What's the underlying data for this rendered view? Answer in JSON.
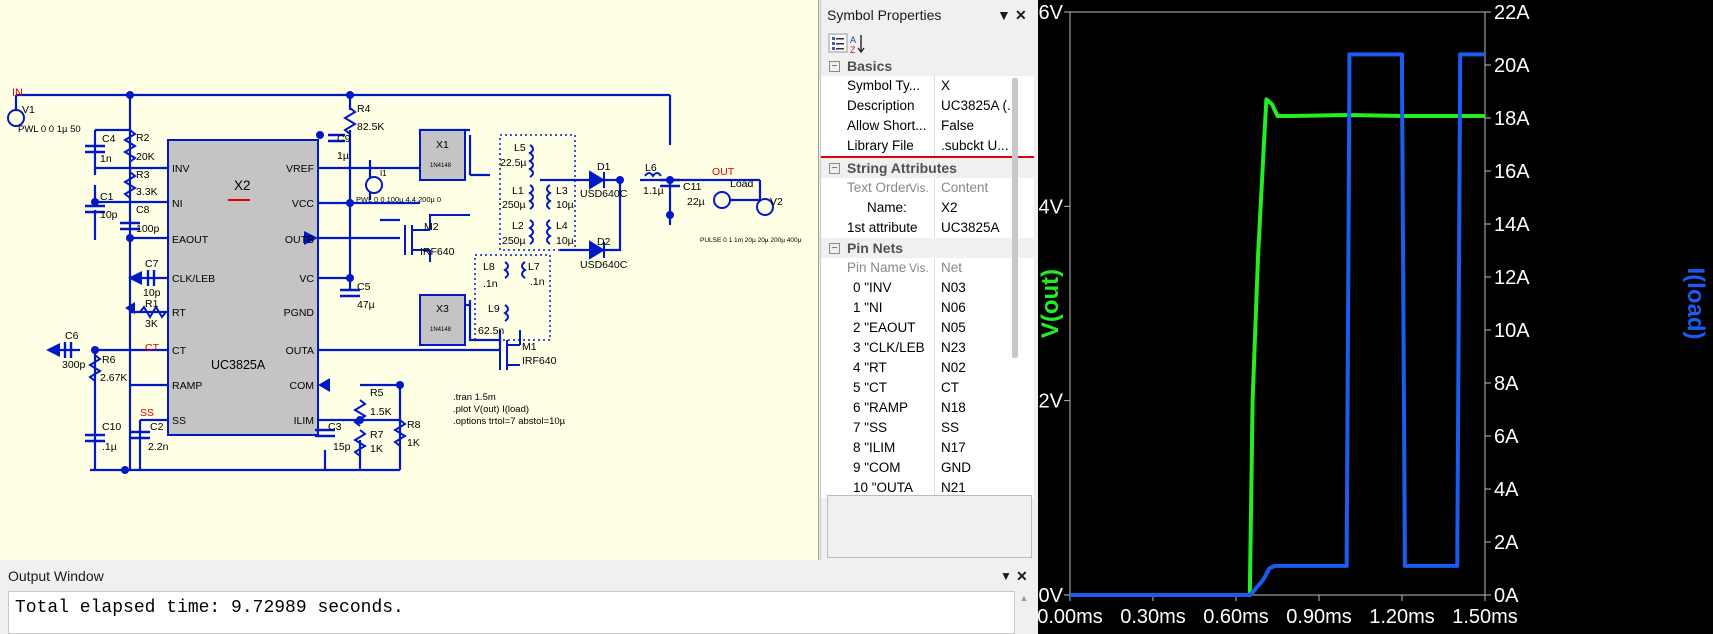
{
  "schematic": {
    "components": {
      "ic": "X2",
      "ic_part": "UC3825A",
      "ic_pins_left": [
        "INV",
        "NI",
        "EAOUT",
        "CLK/LEB",
        "RT",
        "CT",
        "RAMP",
        "SS"
      ],
      "ic_pins_right": [
        "VREF",
        "VCC",
        "OUTB",
        "VC",
        "PGND",
        "OUTA",
        "COM",
        "ILIM"
      ],
      "V1": "V1",
      "V1_val": "PWL 0 0 1µ 50",
      "I1": "I1",
      "I1_val": "PWL 0 0 100µ 4.4 200µ 0",
      "V2": "V2",
      "V2_val": "PULSE 0 1 1m 20µ 20µ 200µ 400µ",
      "C4": "C4",
      "C4_val": "1n",
      "R2": "R2",
      "R2_val": "20K",
      "R3": "R3",
      "R3_val": "3.3K",
      "C1": "C1",
      "C1_val": "10p",
      "C8": "C8",
      "C8_val": "100p",
      "R4": "R4",
      "R4_val": "82.5K",
      "C9": "C9",
      "C9_val": "1µ",
      "C5": "C5",
      "C5_val": "47µ",
      "C7": "C7",
      "C7_val": "10p",
      "R1": "R1",
      "R1_val": "3K",
      "C6": "C6",
      "C6_val": "300p",
      "R6": "R6",
      "R6_val": "2.67K",
      "C10": "C10",
      "C10_val": ".1µ",
      "C2": "C2",
      "C2_val": "2.2n",
      "C3": "C3",
      "C3_val": "15p",
      "R5": "R5",
      "R5_val": "1.5K",
      "R7": "R7",
      "R7_val": "1K",
      "R8": "R8",
      "R8_val": "1K",
      "X1": "X1",
      "X1_part": "1N4148",
      "X3": "X3",
      "X3_part": "1N4148",
      "M2": "M2",
      "M2_part": "IRF640",
      "M1": "M1",
      "M1_part": "IRF640",
      "L5": "L5",
      "L5_val": "22.5µ",
      "L1": "L1",
      "L1_val": "250µ",
      "L2": "L2",
      "L2_val": "250µ",
      "L3": "L3",
      "L3_val": "10µ",
      "L4": "L4",
      "L4_val": "10µ",
      "L8": "L8",
      "L8_val": ".1n",
      "L7": "L7",
      "L7_val": ".1n",
      "L9": "L9",
      "L9_val": "62.5n",
      "D1": "D1",
      "D1_part": "USD640C",
      "D2": "D2",
      "D2_part": "USD640C",
      "L6": "L6",
      "L6_val": "1.1µ",
      "C11": "C11",
      "C11_val": "22µ",
      "load": "Load"
    },
    "nets": {
      "IN": "IN",
      "OUT": "OUT",
      "CT": "CT",
      "SS": "SS"
    },
    "directives": [
      ".tran 1.5m",
      ".plot V(out) I(load)",
      ".options trtol=7 abstol=10µ"
    ]
  },
  "properties": {
    "title": "Symbol Properties",
    "sections": {
      "basics": {
        "label": "Basics",
        "rows": [
          {
            "k": "Symbol Ty...",
            "v": "X"
          },
          {
            "k": "Description",
            "v": "UC3825A (..."
          },
          {
            "k": "Allow Short...",
            "v": "False"
          },
          {
            "k": "Library File",
            "v": ".subckt U..."
          }
        ]
      },
      "string_attrs": {
        "label": "String Attributes",
        "header": {
          "k": "Text Order",
          "k2": "Vis.",
          "v": "Content"
        },
        "rows": [
          {
            "k": "Name:",
            "v": "X2"
          },
          {
            "k": "1st attribute",
            "v": "UC3825A"
          }
        ]
      },
      "pin_nets": {
        "label": "Pin Nets",
        "header": {
          "k": "Pin Name",
          "k2": "Vis.",
          "v": "Net"
        },
        "rows": [
          {
            "k": "0 \"INV",
            "v": "N03"
          },
          {
            "k": "1 \"NI",
            "v": "N06"
          },
          {
            "k": "2 \"EAOUT",
            "v": "N05"
          },
          {
            "k": "3 \"CLK/LEB",
            "v": "N23"
          },
          {
            "k": "4 \"RT",
            "v": "N02"
          },
          {
            "k": "5 \"CT",
            "v": "CT"
          },
          {
            "k": "6 \"RAMP",
            "v": "N18"
          },
          {
            "k": "7 \"SS",
            "v": "SS"
          },
          {
            "k": "8 \"ILIM",
            "v": "N17"
          },
          {
            "k": "9 \"COM",
            "v": "GND"
          },
          {
            "k": "10 \"OUTA",
            "v": "N21"
          }
        ]
      }
    }
  },
  "output": {
    "title": "Output Window",
    "text": "Total elapsed time: 9.72989 seconds."
  },
  "chart_data": {
    "type": "line",
    "xlabel": "",
    "left_ylabel": "V(out)",
    "right_ylabel": "I(load)",
    "x_ticks": [
      "0.00ms",
      "0.30ms",
      "0.60ms",
      "0.90ms",
      "1.20ms",
      "1.50ms"
    ],
    "x_tick_values": [
      0,
      0.3,
      0.6,
      0.9,
      1.2,
      1.5
    ],
    "left_ticks": [
      "0V",
      "2V",
      "4V",
      "6V"
    ],
    "left_tick_values": [
      0,
      2,
      4,
      6
    ],
    "right_ticks": [
      "0A",
      "2A",
      "4A",
      "6A",
      "8A",
      "10A",
      "12A",
      "14A",
      "16A",
      "18A",
      "20A",
      "22A"
    ],
    "right_tick_values": [
      0,
      2,
      4,
      6,
      8,
      10,
      12,
      14,
      16,
      18,
      20,
      22
    ],
    "xlim": [
      0,
      1.5
    ],
    "ylim_left": [
      0,
      6
    ],
    "ylim_right": [
      0,
      22
    ],
    "background": "#000000",
    "series": [
      {
        "name": "V(out)",
        "axis": "left",
        "color": "#22ee22",
        "x": [
          0,
          0.6,
          0.65,
          0.66,
          0.68,
          0.7,
          0.71,
          0.73,
          0.75,
          0.8,
          1.0,
          1.2,
          1.4,
          1.5
        ],
        "y": [
          0,
          0,
          0,
          2.0,
          3.5,
          4.6,
          5.1,
          5.05,
          4.93,
          4.93,
          4.94,
          4.93,
          4.93,
          4.93
        ]
      },
      {
        "name": "I(load)",
        "axis": "right",
        "color": "#1a5cf0",
        "x": [
          0,
          0.6,
          0.65,
          0.66,
          0.7,
          0.72,
          0.74,
          1.0,
          1.0,
          1.01,
          1.01,
          1.1,
          1.2,
          1.2,
          1.21,
          1.21,
          1.3,
          1.4,
          1.4,
          1.41,
          1.41,
          1.5
        ],
        "y": [
          0,
          0,
          0,
          0.1,
          0.6,
          1.0,
          1.1,
          1.1,
          1.5,
          19.5,
          20.4,
          20.4,
          20.4,
          19.5,
          2.0,
          1.1,
          1.1,
          1.1,
          1.6,
          19.5,
          20.4,
          20.4
        ]
      }
    ]
  }
}
